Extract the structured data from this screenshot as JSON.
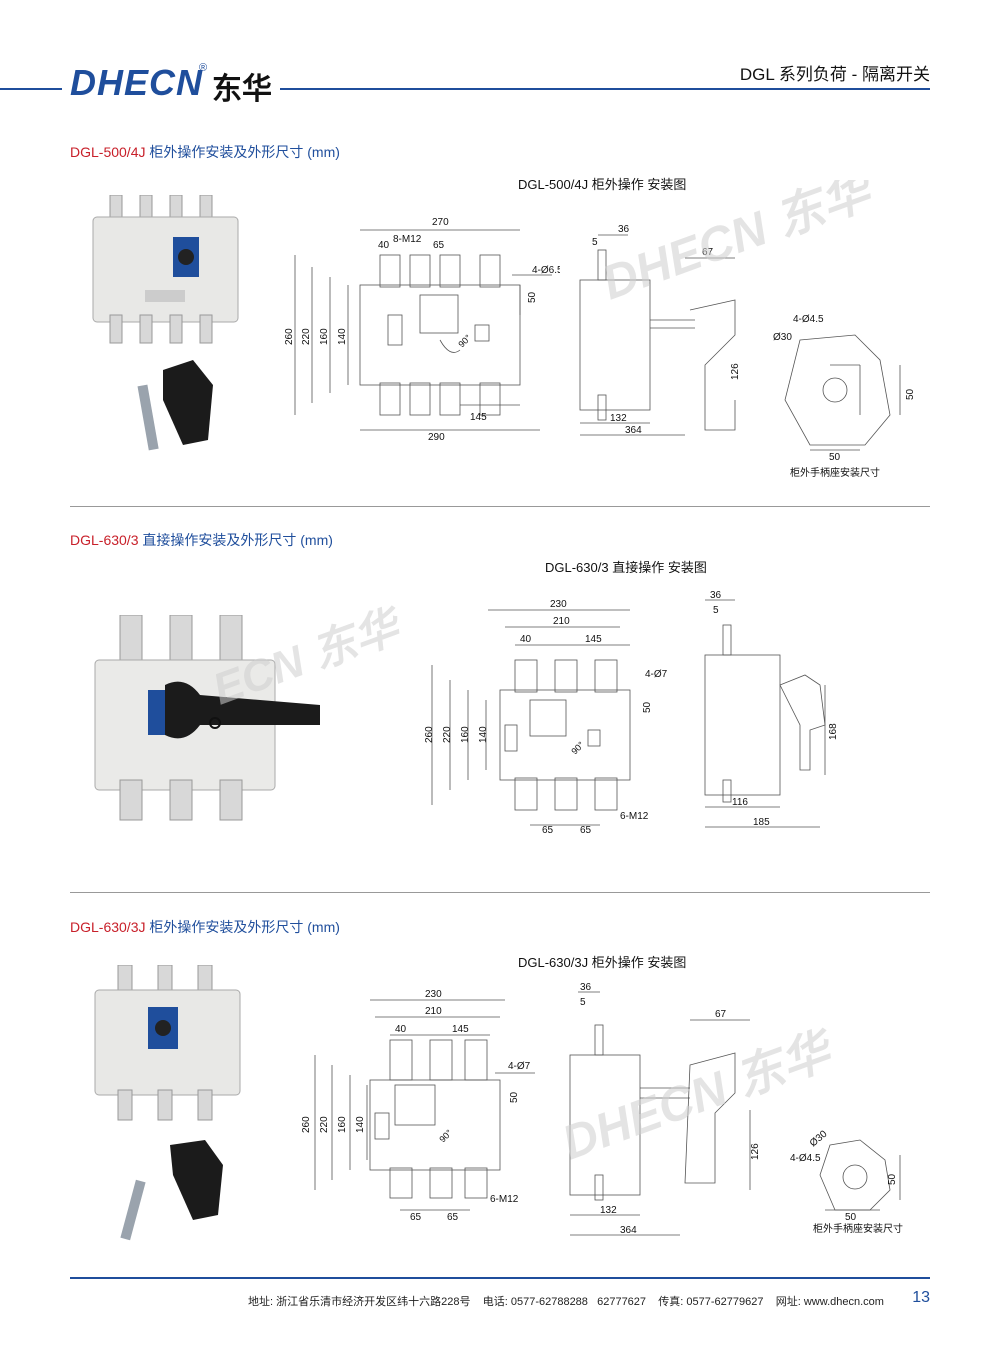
{
  "header": {
    "logo_latin": "DHECN",
    "logo_reg": "®",
    "logo_cn": "东华",
    "series_title": "DGL 系列负荷 - 隔离开关"
  },
  "colors": {
    "brand_blue": "#1f4e9c",
    "model_red": "#c8202a",
    "line_gray": "#555555"
  },
  "sections": [
    {
      "model": "DGL-500/4J",
      "heading": "柜外操作安装及外形尺寸 (mm)",
      "drawing_title": "DGL-500/4J 柜外操作 安装图",
      "dims_front": {
        "d270": "270",
        "d40": "40",
        "m12": "8-M12",
        "d65": "65",
        "hole": "4-Ø6.5",
        "d50": "50",
        "d260": "260",
        "d220": "220",
        "d160": "160",
        "d140": "140",
        "deg": "90°",
        "d145": "145",
        "d290": "290"
      },
      "dims_side": {
        "d36": "36",
        "d5": "5",
        "d67": "67",
        "d126": "126",
        "d132": "132",
        "d364": "364"
      },
      "dims_base": {
        "hole": "4-Ø4.5",
        "dia": "Ø30",
        "d50v": "50",
        "d50h": "50",
        "caption": "柜外手柄座安装尺寸"
      }
    },
    {
      "model": "DGL-630/3",
      "heading": "直接操作安装及外形尺寸 (mm)",
      "drawing_title": "DGL-630/3 直接操作 安装图",
      "dims_front": {
        "d230": "230",
        "d210": "210",
        "d40": "40",
        "d145": "145",
        "hole": "4-Ø7",
        "d50": "50",
        "d260": "260",
        "d220": "220",
        "d160": "160",
        "d140": "140",
        "deg": "90°",
        "m12": "6-M12",
        "d65a": "65",
        "d65b": "65"
      },
      "dims_side": {
        "d36": "36",
        "d5": "5",
        "d168": "168",
        "d116": "116",
        "d185": "185"
      }
    },
    {
      "model": "DGL-630/3J",
      "heading": "柜外操作安装及外形尺寸 (mm)",
      "drawing_title": "DGL-630/3J 柜外操作 安装图",
      "dims_front": {
        "d230": "230",
        "d210": "210",
        "d40": "40",
        "d145": "145",
        "hole": "4-Ø7",
        "d50": "50",
        "d260": "260",
        "d220": "220",
        "d160": "160",
        "d140": "140",
        "deg": "90°",
        "m12": "6-M12",
        "d65a": "65",
        "d65b": "65"
      },
      "dims_side": {
        "d36": "36",
        "d5": "5",
        "d67": "67",
        "d126": "126",
        "d132": "132",
        "d364": "364"
      },
      "dims_base": {
        "hole": "4-Ø4.5",
        "dia": "Ø30",
        "d50v": "50",
        "d50h": "50",
        "caption": "柜外手柄座安装尺寸"
      }
    }
  ],
  "footer": {
    "address_label": "地址:",
    "address": "浙江省乐清市经济开发区纬十六路228号",
    "phone_label": "电话:",
    "phone1": "0577-62788288",
    "phone2": "62777627",
    "fax_label": "传真:",
    "fax": "0577-62779627",
    "web_label": "网址:",
    "web": "www.dhecn.com",
    "page_number": "13"
  }
}
